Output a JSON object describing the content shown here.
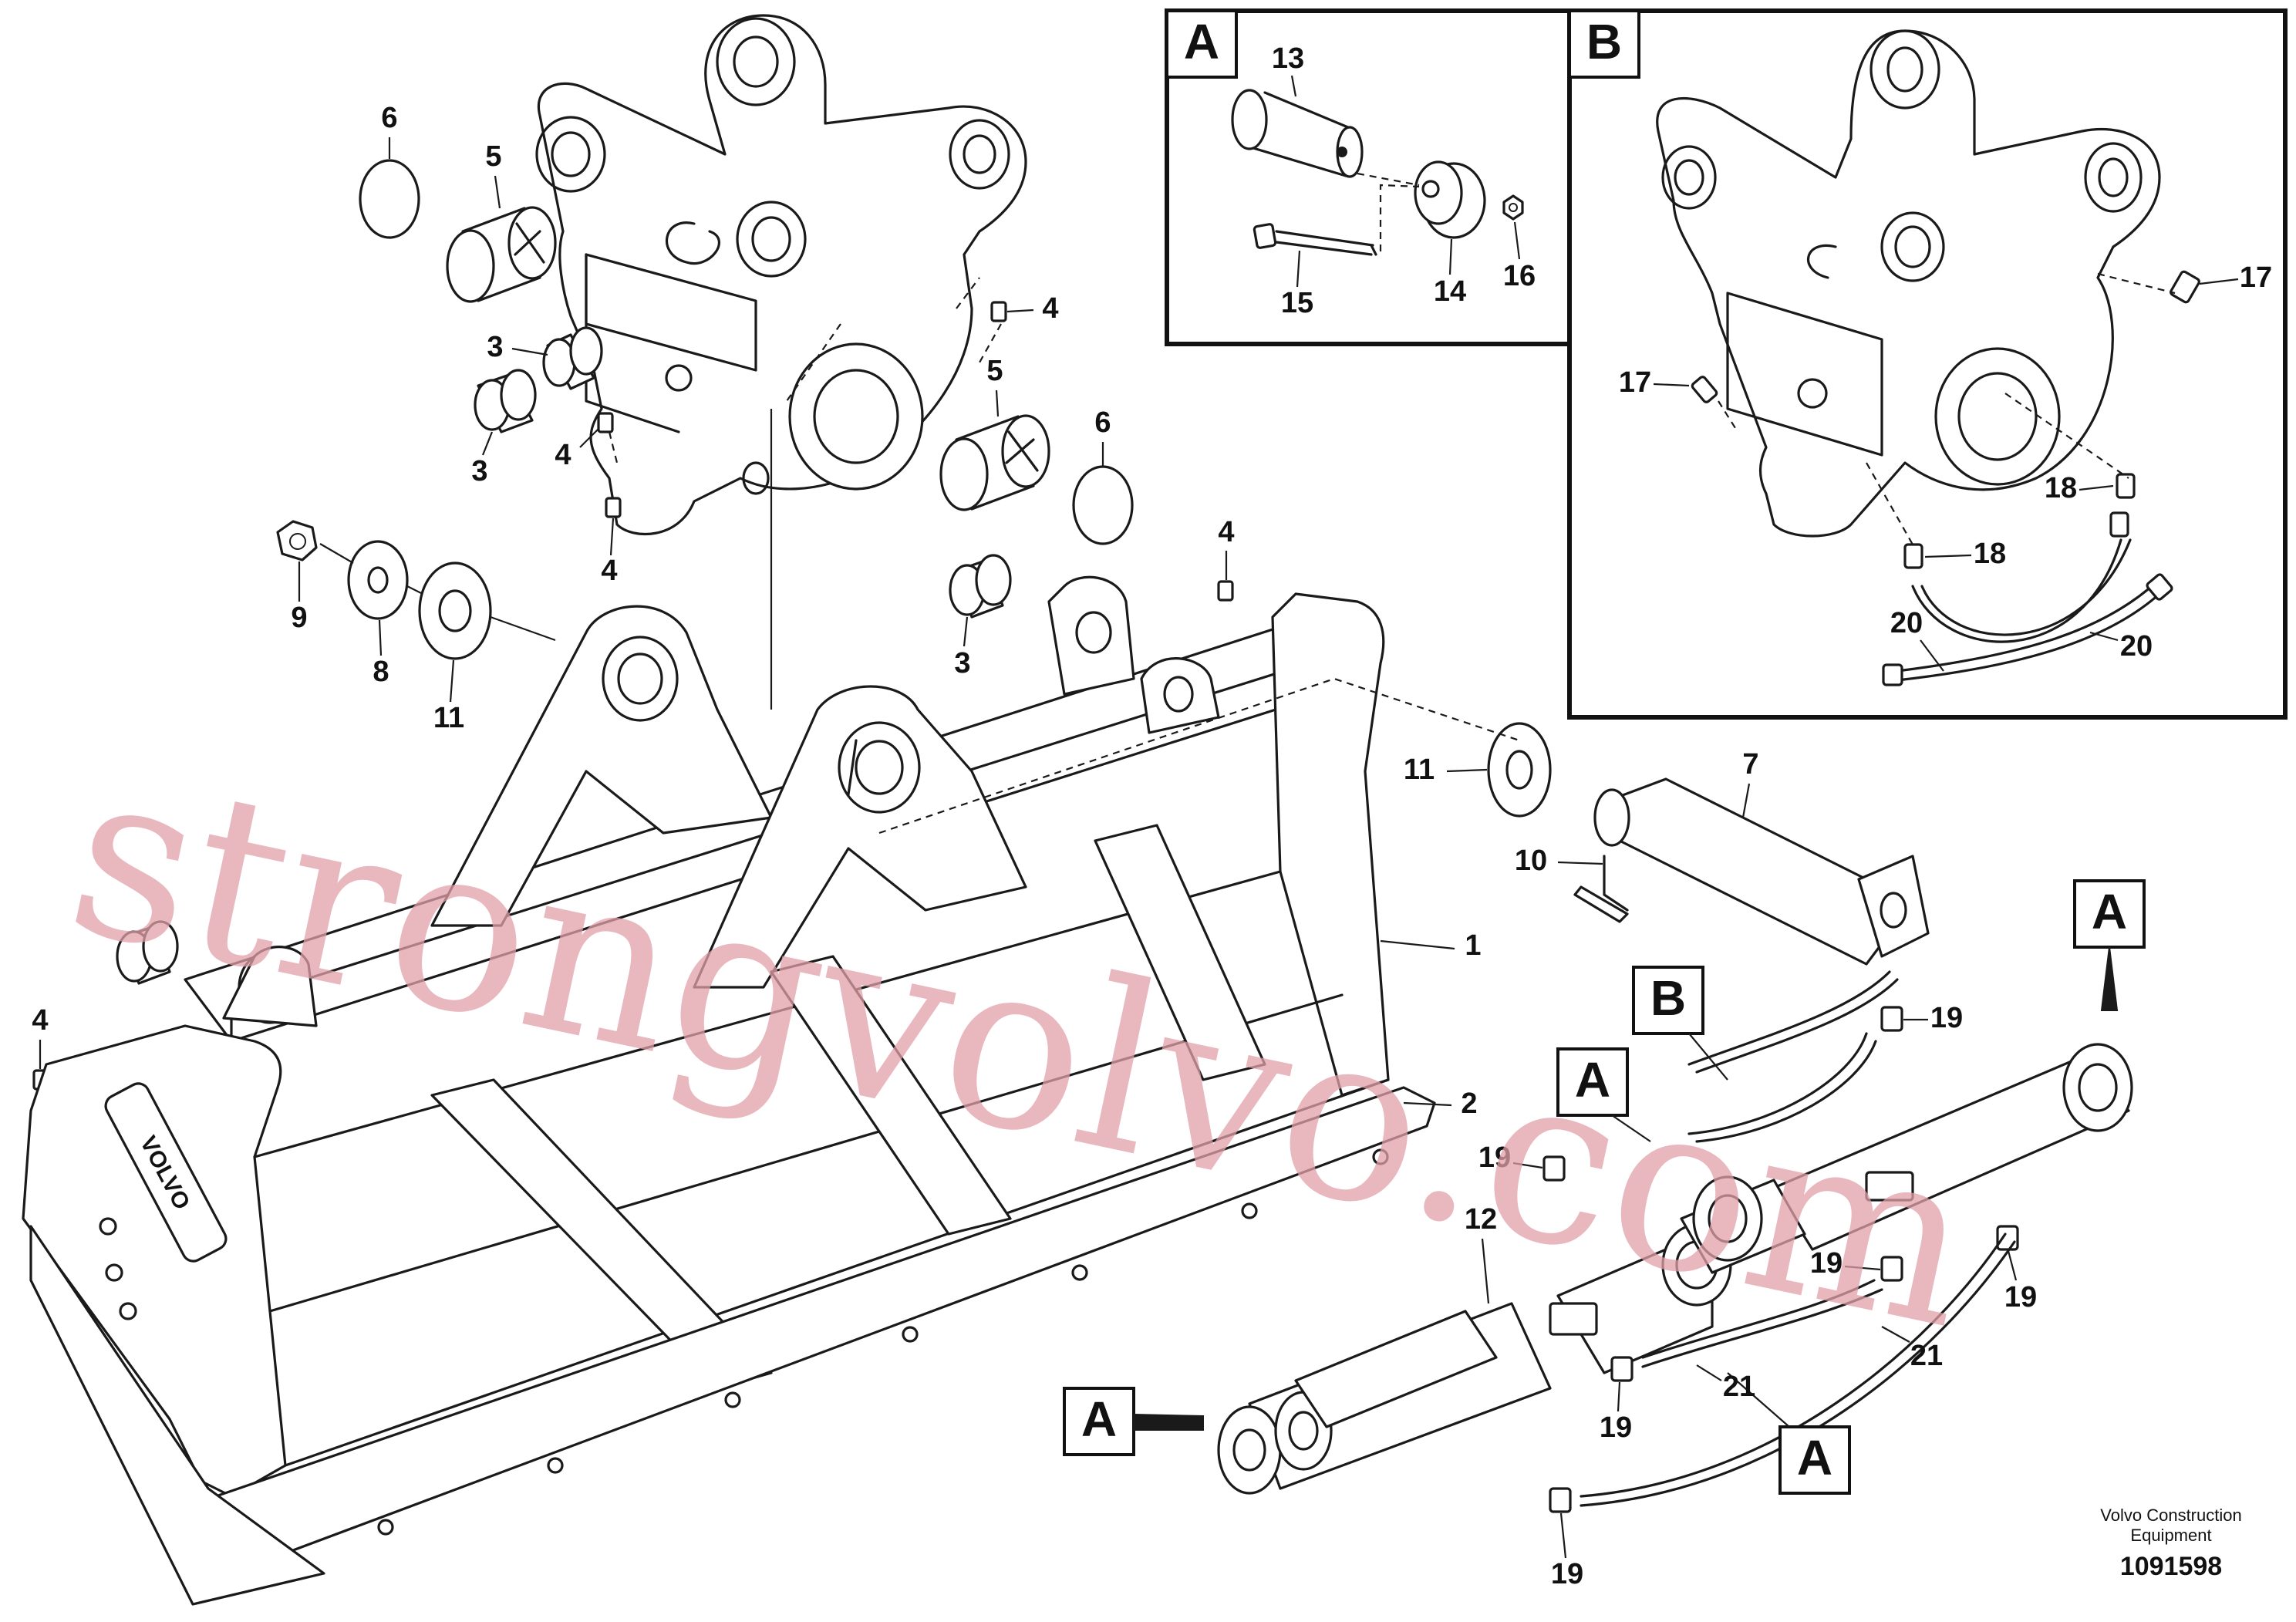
{
  "watermark": "strongvolvo.com",
  "manufacturer": {
    "line1": "Volvo Construction",
    "line2": "Equipment"
  },
  "drawing_number": "1091598",
  "logo": "VOLVO",
  "detail_views": [
    {
      "id": "A",
      "label": "A"
    },
    {
      "id": "B",
      "label": "B"
    }
  ],
  "callouts": [
    "A",
    "A",
    "A",
    "A",
    "B"
  ],
  "labels": {
    "n1": "1",
    "n2": "2",
    "n3a": "3",
    "n3b": "3",
    "n3c": "3",
    "n4a": "4",
    "n4b": "4",
    "n4c": "4",
    "n4d": "4",
    "n4e": "4",
    "n5a": "5",
    "n5b": "5",
    "n6a": "6",
    "n6b": "6",
    "n7": "7",
    "n8": "8",
    "n9": "9",
    "n10": "10",
    "n11a": "11",
    "n11b": "11",
    "n12": "12",
    "n13": "13",
    "n14": "14",
    "n15": "15",
    "n16": "16",
    "n17a": "17",
    "n17b": "17",
    "n18a": "18",
    "n18b": "18",
    "n19a": "19",
    "n19b": "19",
    "n19c": "19",
    "n19d": "19",
    "n19e": "19",
    "n19f": "19",
    "n20a": "20",
    "n20b": "20",
    "n21a": "21",
    "n21b": "21"
  }
}
